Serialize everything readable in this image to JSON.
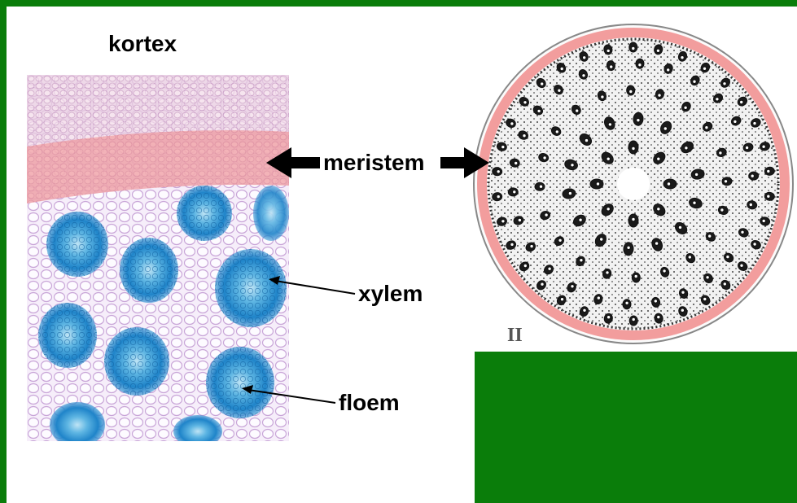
{
  "labels": {
    "kortex": "kortex",
    "meristem": "meristem",
    "xylem": "xylem",
    "floem": "floem"
  },
  "figure_number": "II",
  "colors": {
    "frame_green": "#0a7d0a",
    "meristem_highlight": "#f08c8c",
    "vascular_blue": "#2e9bd6",
    "cell_lilac": "#d9c2e6"
  }
}
